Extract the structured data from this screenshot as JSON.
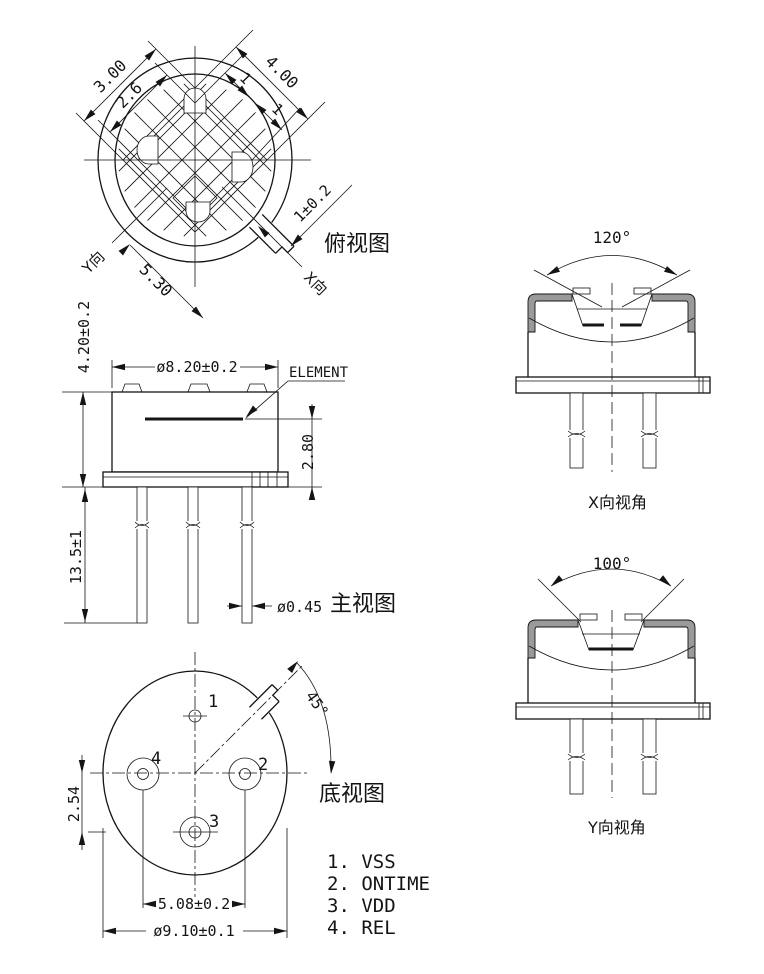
{
  "top_view": {
    "label": "俯视图",
    "dim_window_outer": "3.00",
    "dim_window_inner": "2.6",
    "dim_length": "4.00",
    "dim_element_a": "1",
    "dim_element_b": "1",
    "dim_diagonal": "5.30",
    "dim_tab_width": "1±0.2",
    "axis_y": "Y向",
    "axis_x": "X向"
  },
  "front_view": {
    "label": "主视图",
    "dim_can_diameter": "ø8.20±0.2",
    "element_label": "ELEMENT",
    "dim_total_height": "4.20±0.2",
    "dim_element_depth": "2.80",
    "dim_pin_length": "13.5±1",
    "dim_pin_diameter": "ø0.45"
  },
  "bottom_view": {
    "label": "底视图",
    "dim_tab_angle": "45°",
    "dim_pin3_offset": "2.54",
    "dim_pin_spacing": "5.08±0.2",
    "dim_flange_diameter": "ø9.10±0.1",
    "pin_numbers": [
      "1",
      "2",
      "3",
      "4"
    ]
  },
  "x_view": {
    "label": "X向视角",
    "view_angle": "120°"
  },
  "y_view": {
    "label": "Y向视角",
    "view_angle": "100°"
  },
  "pinout": [
    "1. VSS",
    "2. ONTIME",
    "3. VDD",
    "4. REL"
  ]
}
